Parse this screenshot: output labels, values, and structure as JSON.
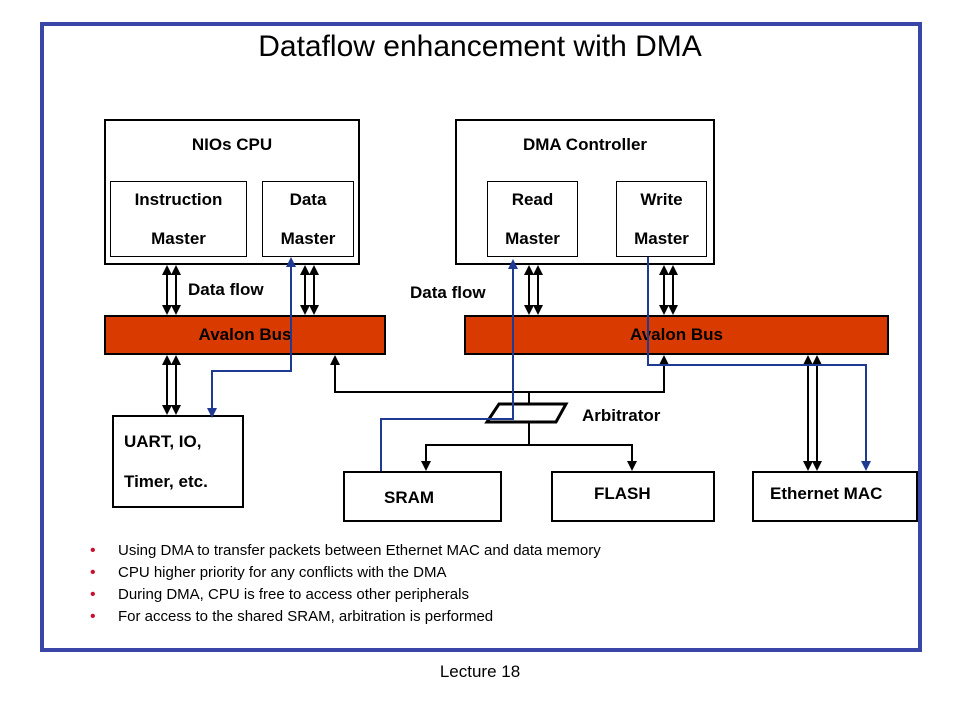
{
  "title": "Dataflow enhancement with DMA",
  "nios": {
    "title": "NIOs CPU",
    "instruction_master": {
      "line1": "Instruction",
      "line2": "Master"
    },
    "data_master": {
      "line1": "Data",
      "line2": "Master"
    }
  },
  "dma": {
    "title": "DMA Controller",
    "read_master": {
      "line1": "Read",
      "line2": "Master"
    },
    "write_master": {
      "line1": "Write",
      "line2": "Master"
    }
  },
  "dataflow_left": "Data flow",
  "dataflow_right": "Data flow",
  "bus_left": "Avalon Bus",
  "bus_right": "Avalon Bus",
  "uart": {
    "line1": "UART, IO,",
    "line2": "Timer, etc."
  },
  "arbitrator": "Arbitrator",
  "sram": "SRAM",
  "flash": "FLASH",
  "ethernet": "Ethernet MAC",
  "bullets": [
    "Using DMA to transfer packets between Ethernet MAC and data memory",
    "CPU higher priority for any conflicts with the DMA",
    "During DMA, CPU is free to access other peripherals",
    "For access to the shared SRAM, arbitration is performed"
  ],
  "footer": "Lecture 18",
  "colors": {
    "frame": "#3a45a8",
    "bus": "#d93a00",
    "dataflow": "#1f3a93",
    "bullet": "#c8102e"
  }
}
